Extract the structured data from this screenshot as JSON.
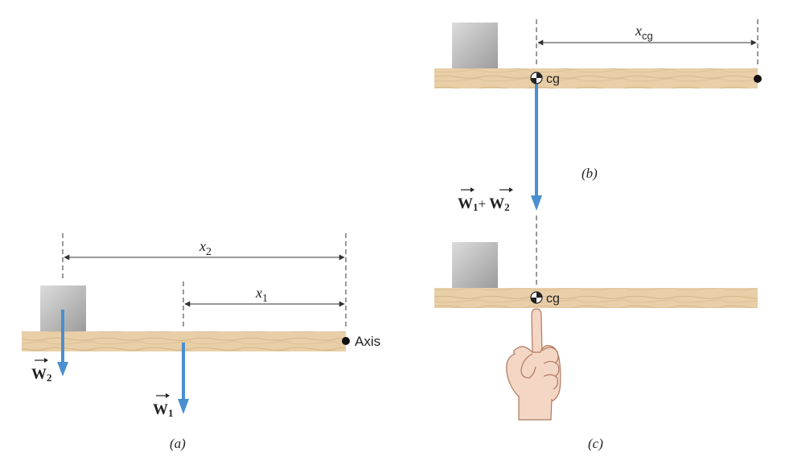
{
  "colors": {
    "board": "#e9cfa8",
    "board_grain": "#d7b98e",
    "block_light": "#d4d4d4",
    "block_dark": "#9a9a9a",
    "arrow": "#4a8fd0",
    "line": "#333333",
    "skin": "#f3d6c4",
    "skin_line": "#b07a62"
  },
  "panel_a": {
    "caption": "(a)",
    "x2_label": "x",
    "x2_sub": "2",
    "x1_label": "x",
    "x1_sub": "1",
    "axis_label": "Axis",
    "w2_label": "W",
    "w2_sub": "2",
    "w1_label": "W",
    "w1_sub": "1"
  },
  "panel_b": {
    "caption": "(b)",
    "xcg_label": "x",
    "xcg_sub": "cg",
    "cg_label": "cg",
    "sum_w1": "W",
    "sum_w1_sub": "1",
    "plus": "+",
    "sum_w2": "W",
    "sum_w2_sub": "2"
  },
  "panel_c": {
    "caption": "(c)",
    "cg_label": "cg"
  }
}
